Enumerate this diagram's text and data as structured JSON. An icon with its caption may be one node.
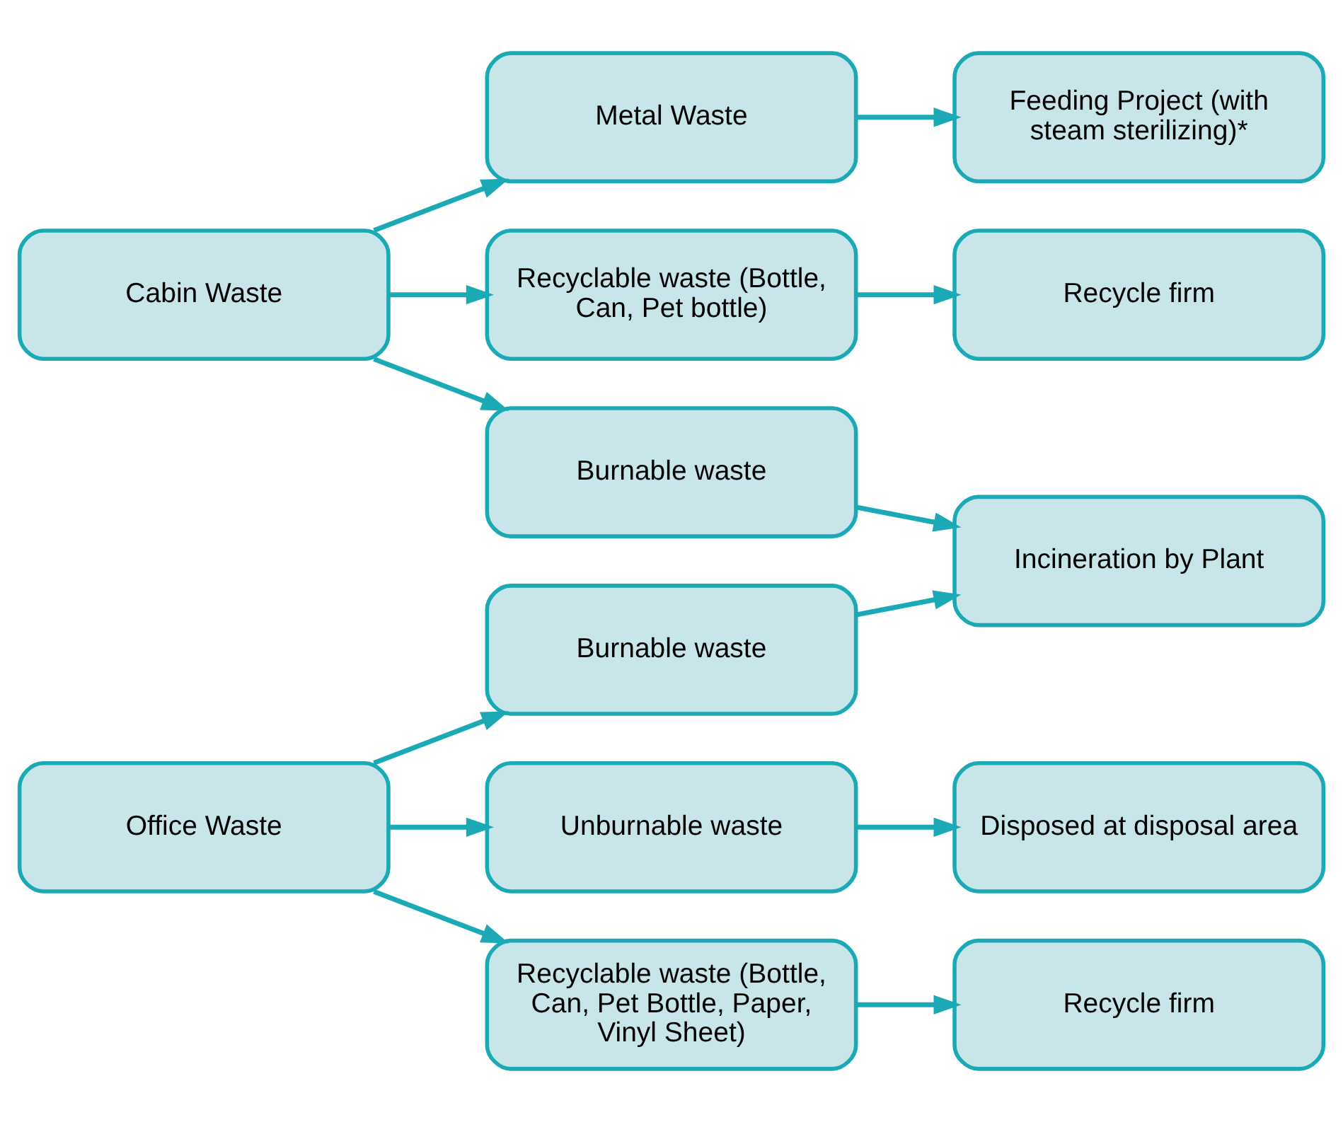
{
  "diagram": {
    "nodes": [
      {
        "text": [
          "Cabin Waste"
        ]
      },
      {
        "text": [
          "Metal Waste"
        ]
      },
      {
        "text": [
          "Feeding Project (with steam sterilizing)*"
        ]
      },
      {
        "text": [
          "Recyclable waste (Bottle, Can, Pet bottle)"
        ]
      },
      {
        "text": [
          "Recycle firm"
        ]
      },
      {
        "text": [
          "Burnable waste"
        ]
      },
      {
        "text": [
          "Incineration by Plant"
        ]
      },
      {
        "text": [
          "Burnable waste"
        ]
      },
      {
        "text": [
          "Office Waste"
        ]
      },
      {
        "text": [
          "Unburnable waste"
        ]
      },
      {
        "text": [
          "Disposed at disposal area"
        ]
      },
      {
        "text": [
          "Recyclable waste (Bottle, Can, Pet Bottle, Paper, Vinyl Sheet)"
        ]
      },
      {
        "text": [
          "Recycle firm"
        ]
      }
    ],
    "edges": [
      {
        "from": 0,
        "to": 1,
        "arrow": "to"
      },
      {
        "from": 0,
        "to": 3,
        "arrow": "to"
      },
      {
        "from": 0,
        "to": 5,
        "arrow": "to"
      },
      {
        "from": 1,
        "to": 2,
        "arrow": "to"
      },
      {
        "from": 3,
        "to": 4,
        "arrow": "to"
      },
      {
        "from": 5,
        "to": 6,
        "arrow": "to"
      },
      {
        "from": 7,
        "to": 6,
        "arrow": "to"
      },
      {
        "from": 8,
        "to": 7,
        "arrow": "to"
      },
      {
        "from": 8,
        "to": 9,
        "arrow": "to"
      },
      {
        "from": 8,
        "to": 11,
        "arrow": "to"
      },
      {
        "from": 9,
        "to": 10,
        "arrow": "to"
      },
      {
        "from": 11,
        "to": 12,
        "arrow": "to"
      }
    ]
  }
}
